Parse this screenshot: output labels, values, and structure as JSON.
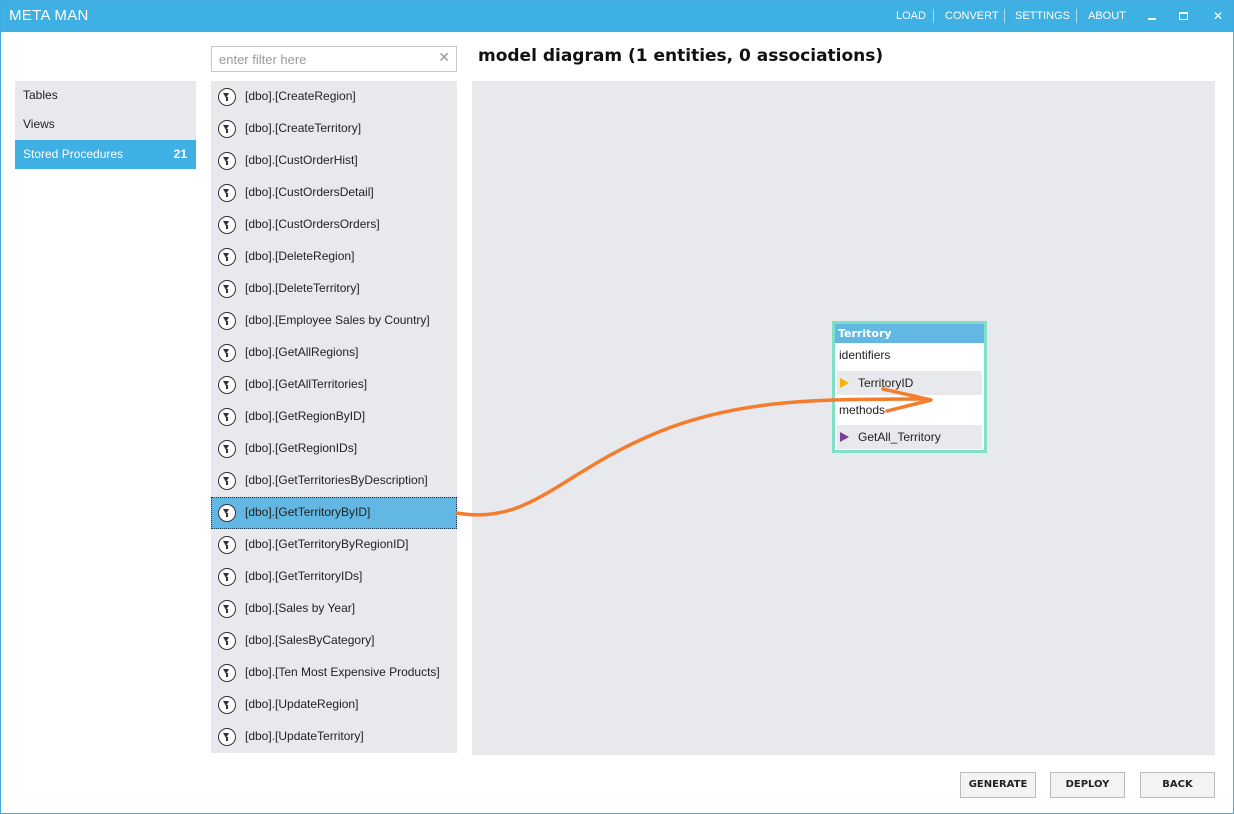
{
  "app": {
    "title": "META MAN"
  },
  "menu": {
    "load": "LOAD",
    "convert": "CONVERT",
    "settings": "SETTINGS",
    "about": "ABOUT"
  },
  "window_controls": {
    "close": "✕"
  },
  "nav": {
    "items": [
      {
        "label": "Tables",
        "count": ""
      },
      {
        "label": "Views",
        "count": ""
      },
      {
        "label": "Stored Procedures",
        "count": "21"
      }
    ],
    "selected": "Stored Procedures"
  },
  "filter": {
    "placeholder": "enter filter here",
    "value": "",
    "clear": "✕"
  },
  "procedures": [
    "[dbo].[CreateRegion]",
    "[dbo].[CreateTerritory]",
    "[dbo].[CustOrderHist]",
    "[dbo].[CustOrdersDetail]",
    "[dbo].[CustOrdersOrders]",
    "[dbo].[DeleteRegion]",
    "[dbo].[DeleteTerritory]",
    "[dbo].[Employee Sales by Country]",
    "[dbo].[GetAllRegions]",
    "[dbo].[GetAllTerritories]",
    "[dbo].[GetRegionByID]",
    "[dbo].[GetRegionIDs]",
    "[dbo].[GetTerritoriesByDescription]",
    "[dbo].[GetTerritoryByID]",
    "[dbo].[GetTerritoryByRegionID]",
    "[dbo].[GetTerritoryIDs]",
    "[dbo].[Sales by Year]",
    "[dbo].[SalesByCategory]",
    "[dbo].[Ten Most Expensive Products]",
    "[dbo].[UpdateRegion]",
    "[dbo].[UpdateTerritory]"
  ],
  "selected_procedure": "[dbo].[GetTerritoryByID]",
  "diagram": {
    "title": "model diagram  (1 entities, 0 associations)",
    "entity": {
      "name": "Territory",
      "identifiers_label": "identifiers",
      "identifier": "TerritoryID",
      "methods_label": "methods",
      "method": "GetAll_Territory"
    }
  },
  "footer": {
    "generate": "GENERATE",
    "deploy": "DEPLOY",
    "back": "BACK"
  },
  "colors": {
    "accent": "#3fb0e3",
    "selected_row": "#62b8e2",
    "panel": "#e8e9ec",
    "arrow": "#f47c2c",
    "entity_border": "#7fe0c8"
  }
}
